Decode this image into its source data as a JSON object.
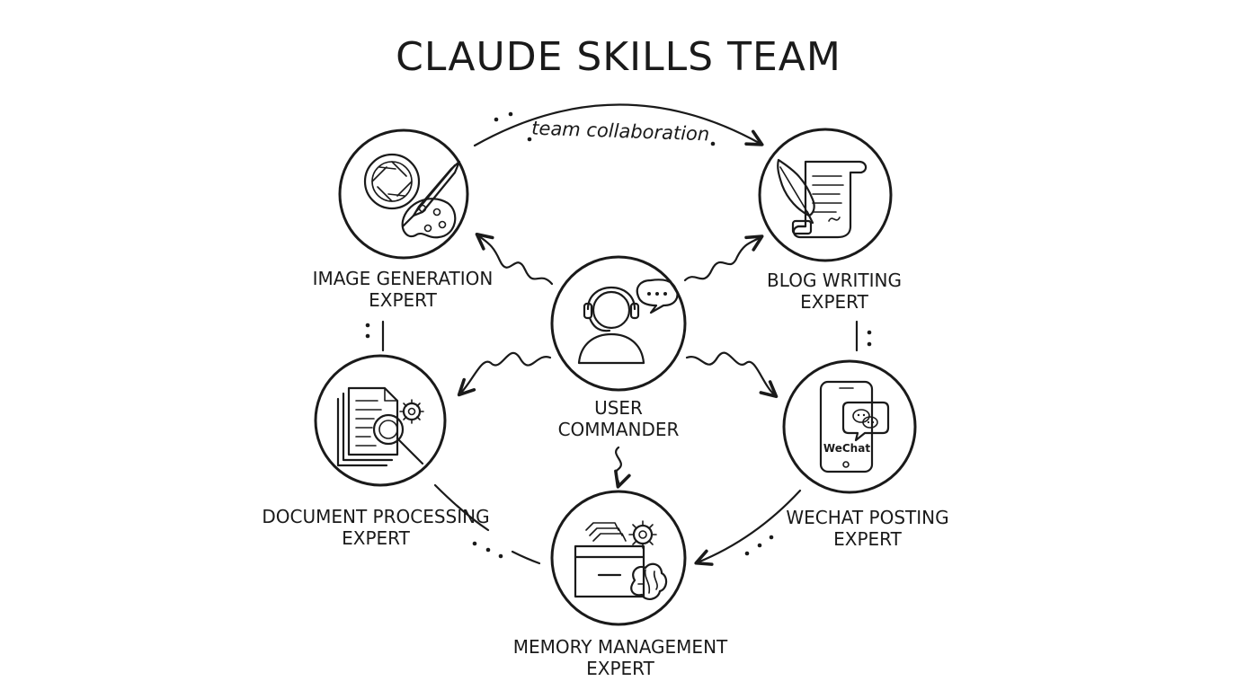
{
  "title": "CLAUDE SKILLS TEAM",
  "collab_label": "team collaboration",
  "center": {
    "line1": "USER",
    "line2": "COMMANDER",
    "icon": "headset-user-icon"
  },
  "nodes": {
    "image": {
      "line1": "IMAGE GENERATION",
      "line2": "EXPERT",
      "icon": "camera-palette-icon"
    },
    "blog": {
      "line1": "BLOG WRITING",
      "line2": "EXPERT",
      "icon": "quill-scroll-icon"
    },
    "document": {
      "line1": "DOCUMENT PROCESSING",
      "line2": "EXPERT",
      "icon": "documents-magnifier-icon"
    },
    "wechat": {
      "line1": "WECHAT POSTING",
      "line2": "EXPERT",
      "icon": "phone-chat-icon",
      "badge": "WeChat"
    },
    "memory": {
      "line1": "MEMORY MANAGEMENT",
      "line2": "EXPERT",
      "icon": "file-box-brain-icon"
    }
  }
}
